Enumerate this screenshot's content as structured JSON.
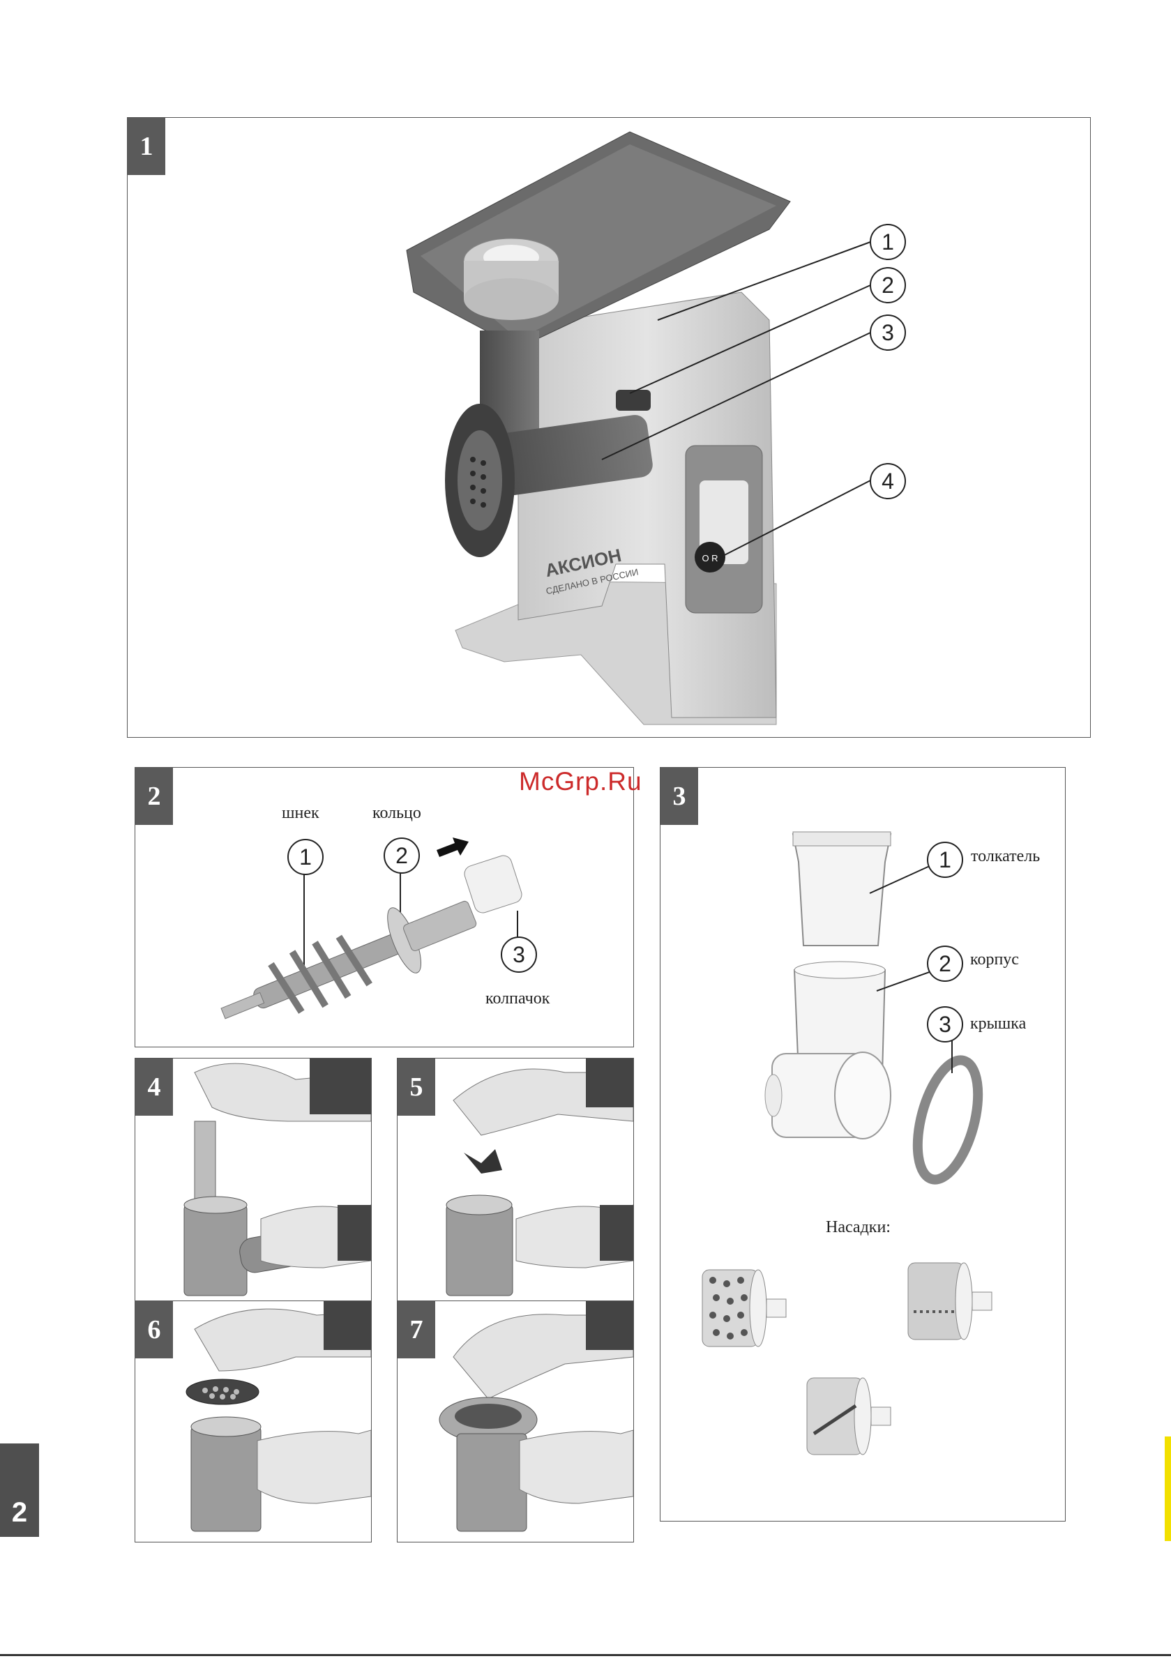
{
  "watermark": "McGrp.Ru",
  "page_number": "2",
  "panel1": {
    "number": "1",
    "brand_logo": "АКСИОН",
    "brand_subtitle": "СДЕЛАНО В РОССИИ",
    "callouts": [
      "1",
      "2",
      "3",
      "4"
    ]
  },
  "panel2": {
    "number": "2",
    "callouts": [
      {
        "num": "1",
        "label": "шнек"
      },
      {
        "num": "2",
        "label": "кольцо"
      },
      {
        "num": "3",
        "label": "колпачок"
      }
    ]
  },
  "panel3": {
    "number": "3",
    "callouts": [
      {
        "num": "1",
        "label": "толкатель"
      },
      {
        "num": "2",
        "label": "корпус"
      },
      {
        "num": "3",
        "label": "крышка"
      }
    ],
    "attachments_title": "Насадки:"
  },
  "steps": [
    {
      "number": "4"
    },
    {
      "number": "5"
    },
    {
      "number": "6"
    },
    {
      "number": "7"
    }
  ]
}
